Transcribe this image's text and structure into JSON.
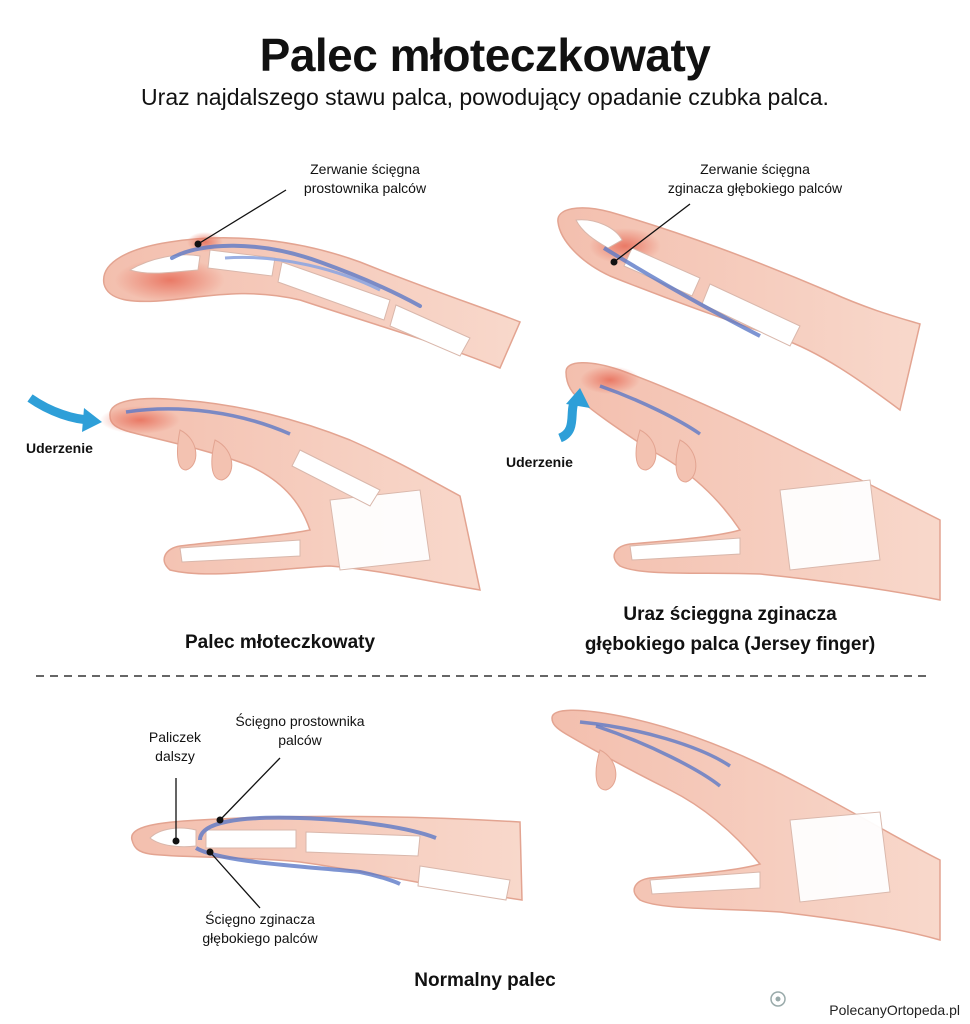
{
  "title": "Palec młoteczkowaty",
  "subtitle": "Uraz najdalszego stawu palca, powodujący opadanie czubka palca.",
  "panels": {
    "mallet_top": {
      "label_line1": "Zerwanie ścięgna",
      "label_line2": "prostownika palców"
    },
    "mallet_hand": {
      "impact_label": "Uderzenie"
    },
    "mallet_caption": "Palec młoteczkowaty",
    "jersey_top": {
      "label_line1": "Zerwanie ścięgna",
      "label_line2": "zginacza głębokiego palców"
    },
    "jersey_hand": {
      "impact_label": "Uderzenie"
    },
    "jersey_caption_line1": "Uraz ścieggna zginacza",
    "jersey_caption_line2": "głębokiego palca (Jersey finger)",
    "normal": {
      "distal_line1": "Paliczek",
      "distal_line2": "dalszy",
      "extensor_line1": "Ścięgno prostownika",
      "extensor_line2": "palców",
      "flexor_line1": "Ścięgno zginacza",
      "flexor_line2": "głębokiego palców",
      "caption": "Normalny palec"
    }
  },
  "brand": "PolecanyOrtopeda.pl",
  "colors": {
    "skin": "#f6cfc0",
    "skin_dark": "#eeb5a3",
    "injury": "#ea8c7a",
    "bone": "#ffffff",
    "bone_stroke": "#d9b7ab",
    "tendon": "#8fa6e0",
    "tendon_stroke": "#5d79c7",
    "arrow": "#2e9fd8"
  }
}
